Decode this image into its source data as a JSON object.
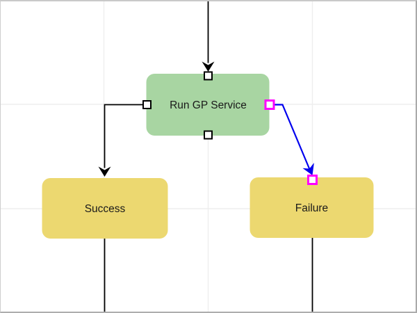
{
  "diagram": {
    "title": "flowchart-canvas",
    "nodes": [
      {
        "id": "run-gp-service",
        "label": "Run GP Service",
        "fill": "#a8d5a2",
        "kind": "process-step"
      },
      {
        "id": "success",
        "label": "Success",
        "fill": "#ecd870",
        "kind": "outcome"
      },
      {
        "id": "failure",
        "label": "Failure",
        "fill": "#ecd870",
        "kind": "outcome"
      }
    ],
    "edges": [
      {
        "id": "edge-incoming-top",
        "from": "offscreen-top",
        "to": "run-gp-service",
        "color": "#000000",
        "style": "straight"
      },
      {
        "id": "edge-to-success",
        "from": "run-gp-service",
        "to": "success",
        "color": "#000000",
        "style": "orthogonal"
      },
      {
        "id": "edge-to-failure",
        "from": "run-gp-service",
        "to": "failure",
        "color": "#0000ee",
        "style": "diagonal",
        "selected": true
      },
      {
        "id": "edge-success-out",
        "from": "success",
        "to": "offscreen-bottom",
        "color": "#000000",
        "style": "straight"
      },
      {
        "id": "edge-failure-out",
        "from": "failure",
        "to": "offscreen-bottom",
        "color": "#000000",
        "style": "straight"
      }
    ],
    "ports": {
      "fill": "#ffffff",
      "stroke_default": "#000000",
      "stroke_selected": "#ff00ff"
    },
    "colors": {
      "background": "#ffffff",
      "grid": "#eeeeee",
      "border": "#c9c9c9",
      "text": "#1a1a1a",
      "link_black": "#000000",
      "link_blue": "#0000ee",
      "port_magenta": "#ff00ff"
    }
  }
}
